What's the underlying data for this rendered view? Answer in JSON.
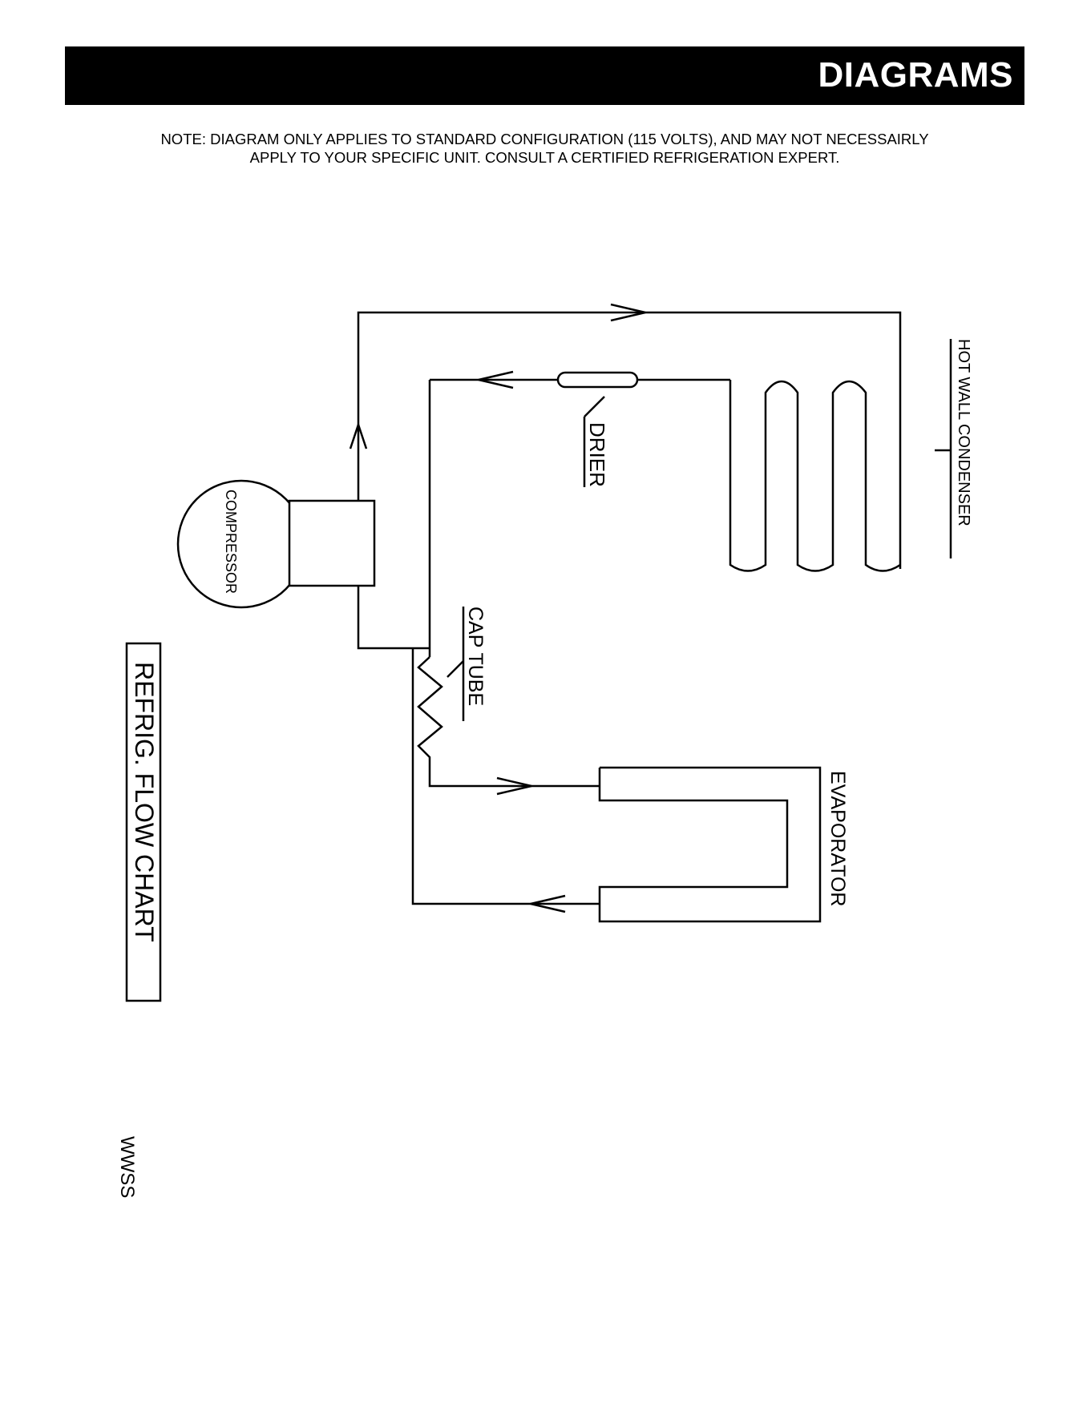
{
  "header": {
    "title": "DIAGRAMS"
  },
  "note": {
    "line1": "NOTE: DIAGRAM ONLY APPLIES TO STANDARD CONFIGURATION (115 VOLTS), AND MAY NOT NECESSAIRLY",
    "line2": "APPLY TO YOUR SPECIFIC UNIT. CONSULT A CERTIFIED REFRIGERATION EXPERT."
  },
  "diagram": {
    "title": "REFRIG. FLOW CHART",
    "labels": {
      "compressor": "COMPRESSOR",
      "drier": "DRIER",
      "condenser": "HOT WALL CONDENSER",
      "cap_tube": "CAP TUBE",
      "evaporator": "EVAPORATOR",
      "code": "WWSS"
    }
  }
}
